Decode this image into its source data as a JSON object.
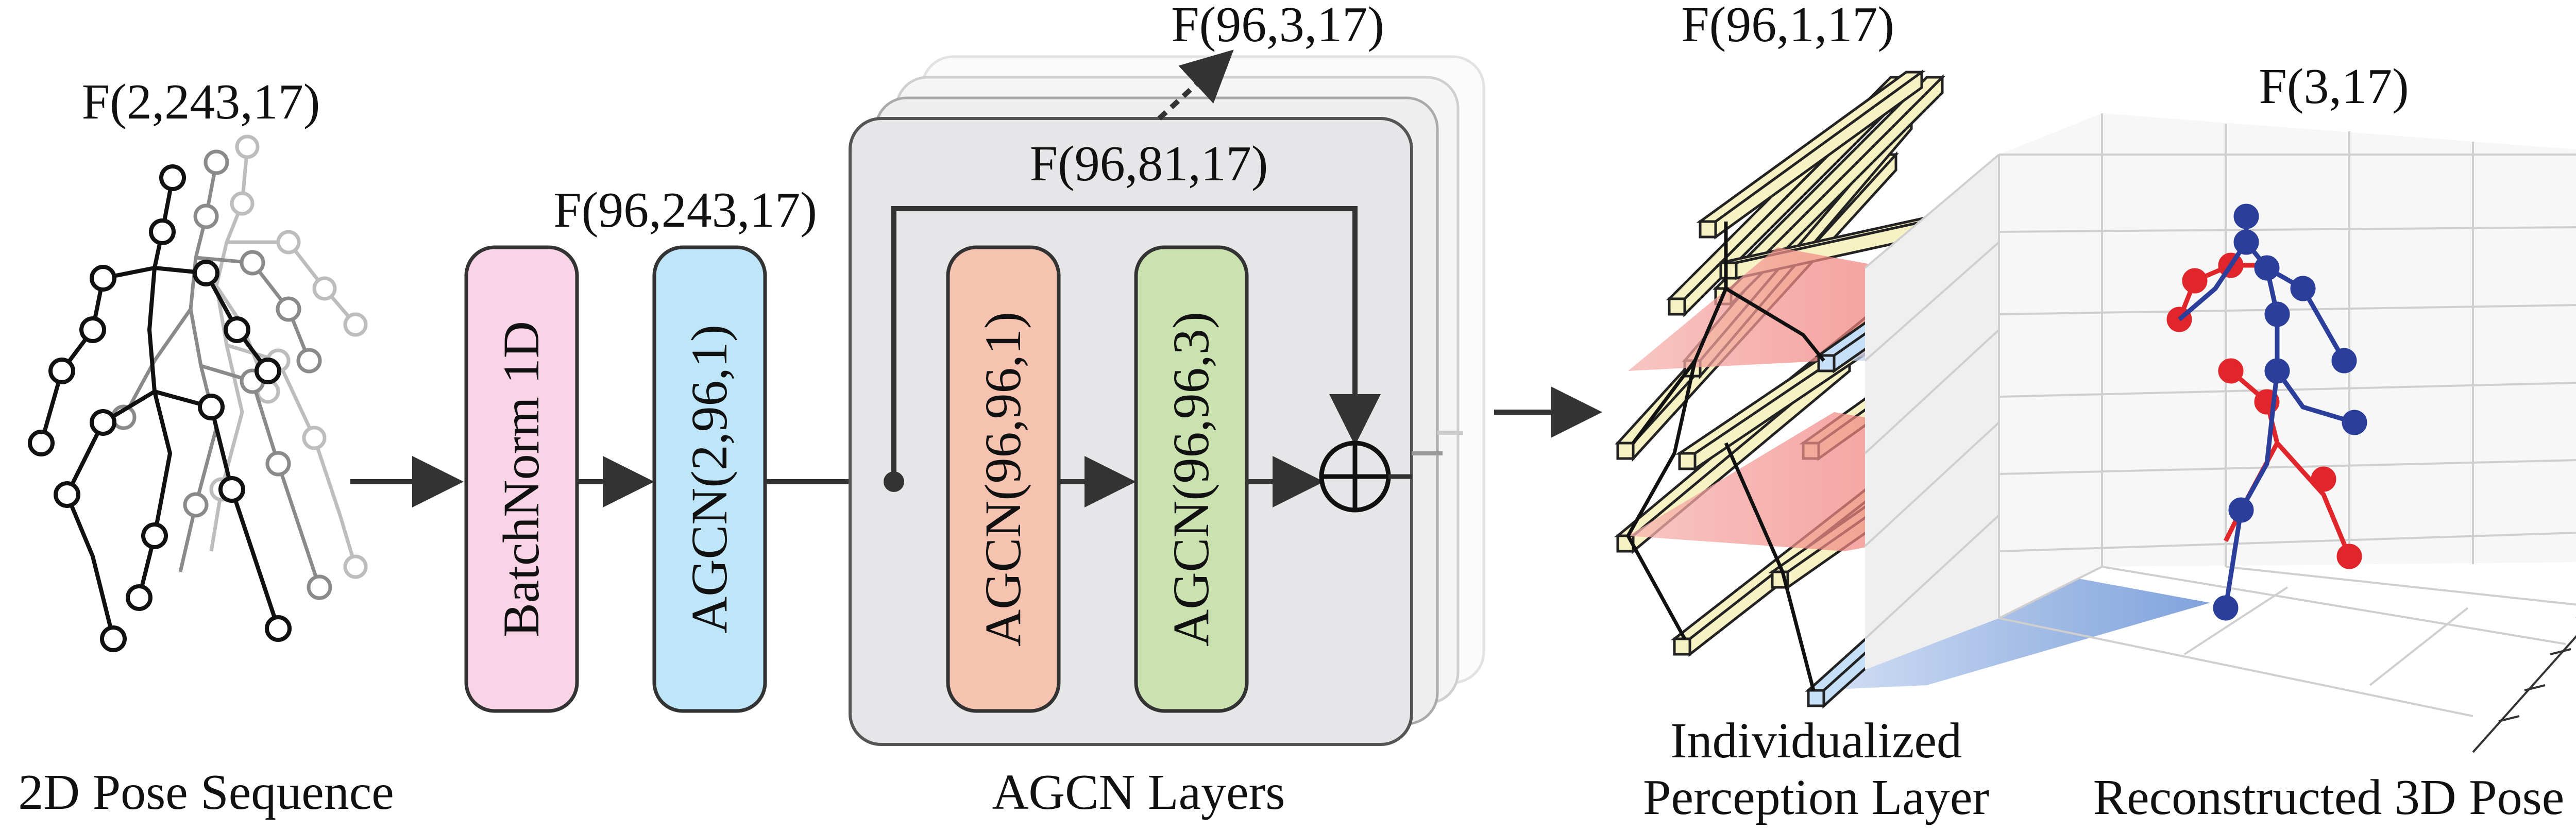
{
  "dims": {
    "input": "F(2,243,17)",
    "after_norm": "F(96,243,17)",
    "inner": "F(96,81,17)",
    "agcn_out": "F(96,3,17)",
    "perception_in": "F(96,1,17)",
    "output": "F(3,17)"
  },
  "modules": {
    "batchnorm": "BatchNorm 1D",
    "agcn_in": "AGCN(2,96,1)",
    "agcn_a": "AGCN(96,96,1)",
    "agcn_b": "AGCN(96,96,3)"
  },
  "captions": {
    "pose_sequence": "2D Pose Sequence",
    "agcn_layers": "AGCN Layers",
    "perception_line1": "Individualized",
    "perception_line2": "Perception Layer",
    "reconstructed": "Reconstructed 3D Pose"
  },
  "colors": {
    "batchnorm_fill": "#f9d3e6",
    "agcn_in_fill": "#bfe6f8",
    "agcn_a_fill": "#f6c3b0",
    "agcn_b_fill": "#c9e2b0",
    "layer_bg": "#e6e6e8",
    "block_fill": "#f7f2c4",
    "pose_red": "#e0262a",
    "pose_blue": "#2b3e9a"
  }
}
